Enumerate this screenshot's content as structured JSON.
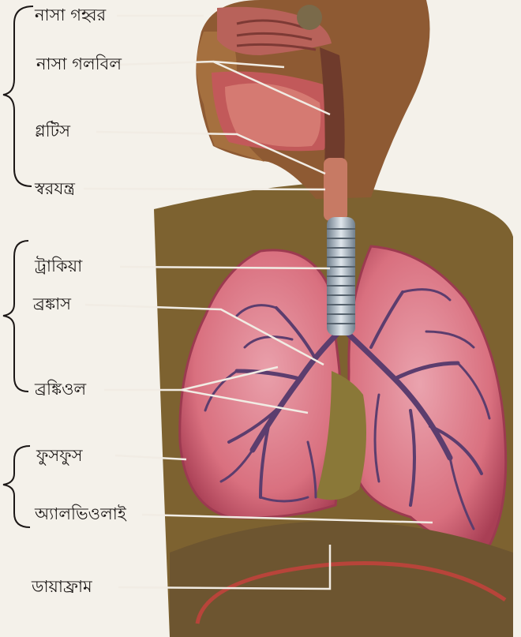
{
  "labels": {
    "nasal_cavity": "নাসা গহ্বর",
    "nasopharynx": "নাসা গলবিল",
    "glottis": "গ্লটিস",
    "larynx": "স্বরযন্ত্র",
    "trachea": "ট্রাকিয়া",
    "bronchus": "ব্রঙ্কাস",
    "bronchiole": "ব্রঙ্কিওল",
    "lungs": "ফুসফুস",
    "alveoli": "অ্যালভিওলাই",
    "diaphragm": "ডায়াফ্রাম"
  },
  "colors": {
    "skin": "#a5703f",
    "torso": "#7d6230",
    "lung": "#d9707f",
    "lung_edge": "#b24a5c",
    "bronchi": "#5c3d6e",
    "trachea": "#9aa8b5",
    "diaphragm": "#b8443a",
    "pointer": "#f1ece4"
  }
}
